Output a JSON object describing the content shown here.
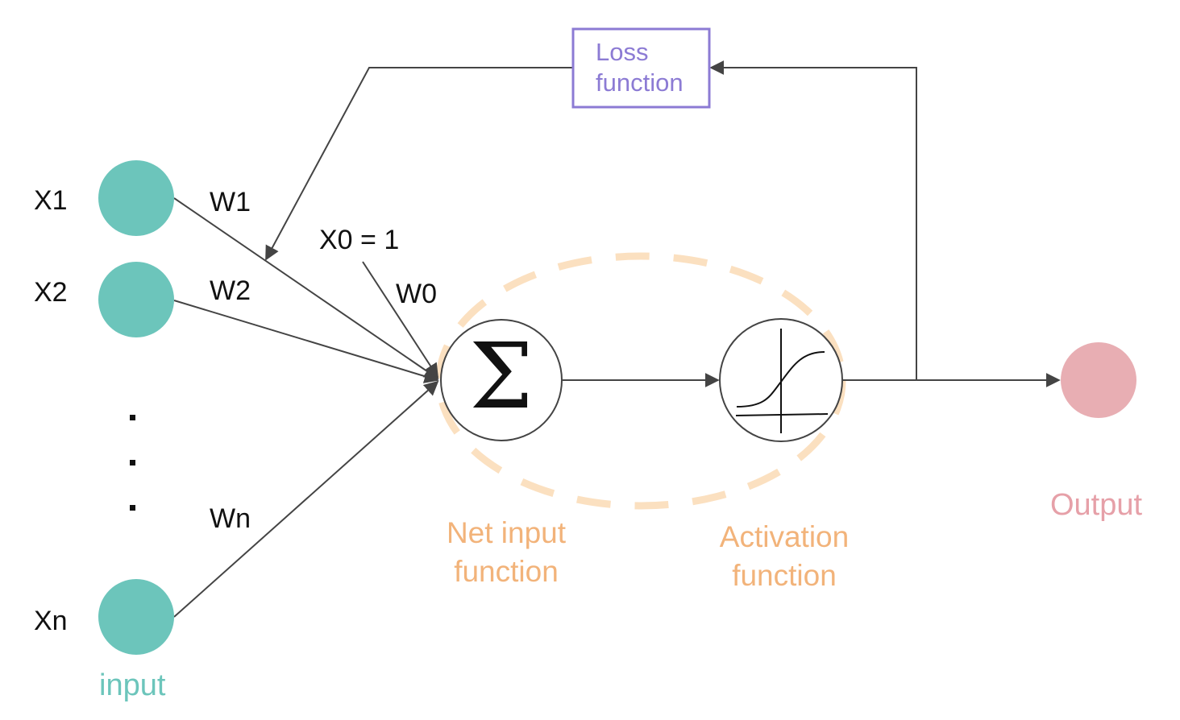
{
  "inputs": {
    "x1": "X1",
    "x2": "X2",
    "xn": "Xn",
    "ellipsis": "·\n·\n·",
    "group_label": "input"
  },
  "weights": {
    "w1": "W1",
    "w2": "W2",
    "wn": "Wn",
    "w0": "W0"
  },
  "bias": {
    "label": "X0 = 1"
  },
  "net_input": {
    "symbol": "Σ",
    "label_line1": "Net input",
    "label_line2": "function"
  },
  "activation": {
    "icon": "sigmoid-curve-icon",
    "label_line1": "Activation",
    "label_line2": "function"
  },
  "output": {
    "label": "Output"
  },
  "loss": {
    "label_line1": "Loss",
    "label_line2": "function"
  },
  "colors": {
    "input_node": "#6cc5bb",
    "output_node": "#e8aeb3",
    "highlight_dash": "#fbe0c0",
    "net_activation_text": "#f2b37a",
    "loss_box": "#8c7bd4",
    "edges": "#444444"
  }
}
